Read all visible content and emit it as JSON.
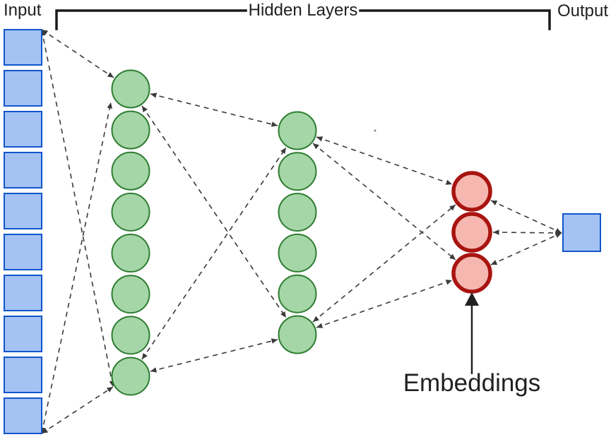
{
  "diagram": {
    "labels": {
      "input": "Input",
      "hidden_layers": "Hidden Layers",
      "output": "Output",
      "embeddings": "Embeddings"
    },
    "network": {
      "kind": "autoencoder-neural-network",
      "layers": [
        {
          "name": "input",
          "shape": "square",
          "count": 10,
          "fill": "#a4c2f4",
          "border": "#1155cc",
          "border_width": 2
        },
        {
          "name": "hidden-1",
          "shape": "circle",
          "count": 8,
          "fill": "#a5d6a7",
          "border": "#2e7d32",
          "border_width": 2
        },
        {
          "name": "hidden-2",
          "shape": "circle",
          "count": 6,
          "fill": "#a5d6a7",
          "border": "#2e7d32",
          "border_width": 2
        },
        {
          "name": "embeddings",
          "shape": "circle",
          "count": 3,
          "fill": "#f5b7af",
          "border": "#a81410",
          "border_width": 5.5
        },
        {
          "name": "output",
          "shape": "square",
          "count": 1,
          "fill": "#a4c2f4",
          "border": "#1155cc",
          "border_width": 2
        }
      ],
      "connection_style": "dashed-lines-with-arrowheads"
    },
    "colors": {
      "background": "#ffffff",
      "connector": "#3a3a3a",
      "bracket": "#1a1a1a",
      "callout_arrow": "#222222",
      "text": "#212121"
    }
  }
}
